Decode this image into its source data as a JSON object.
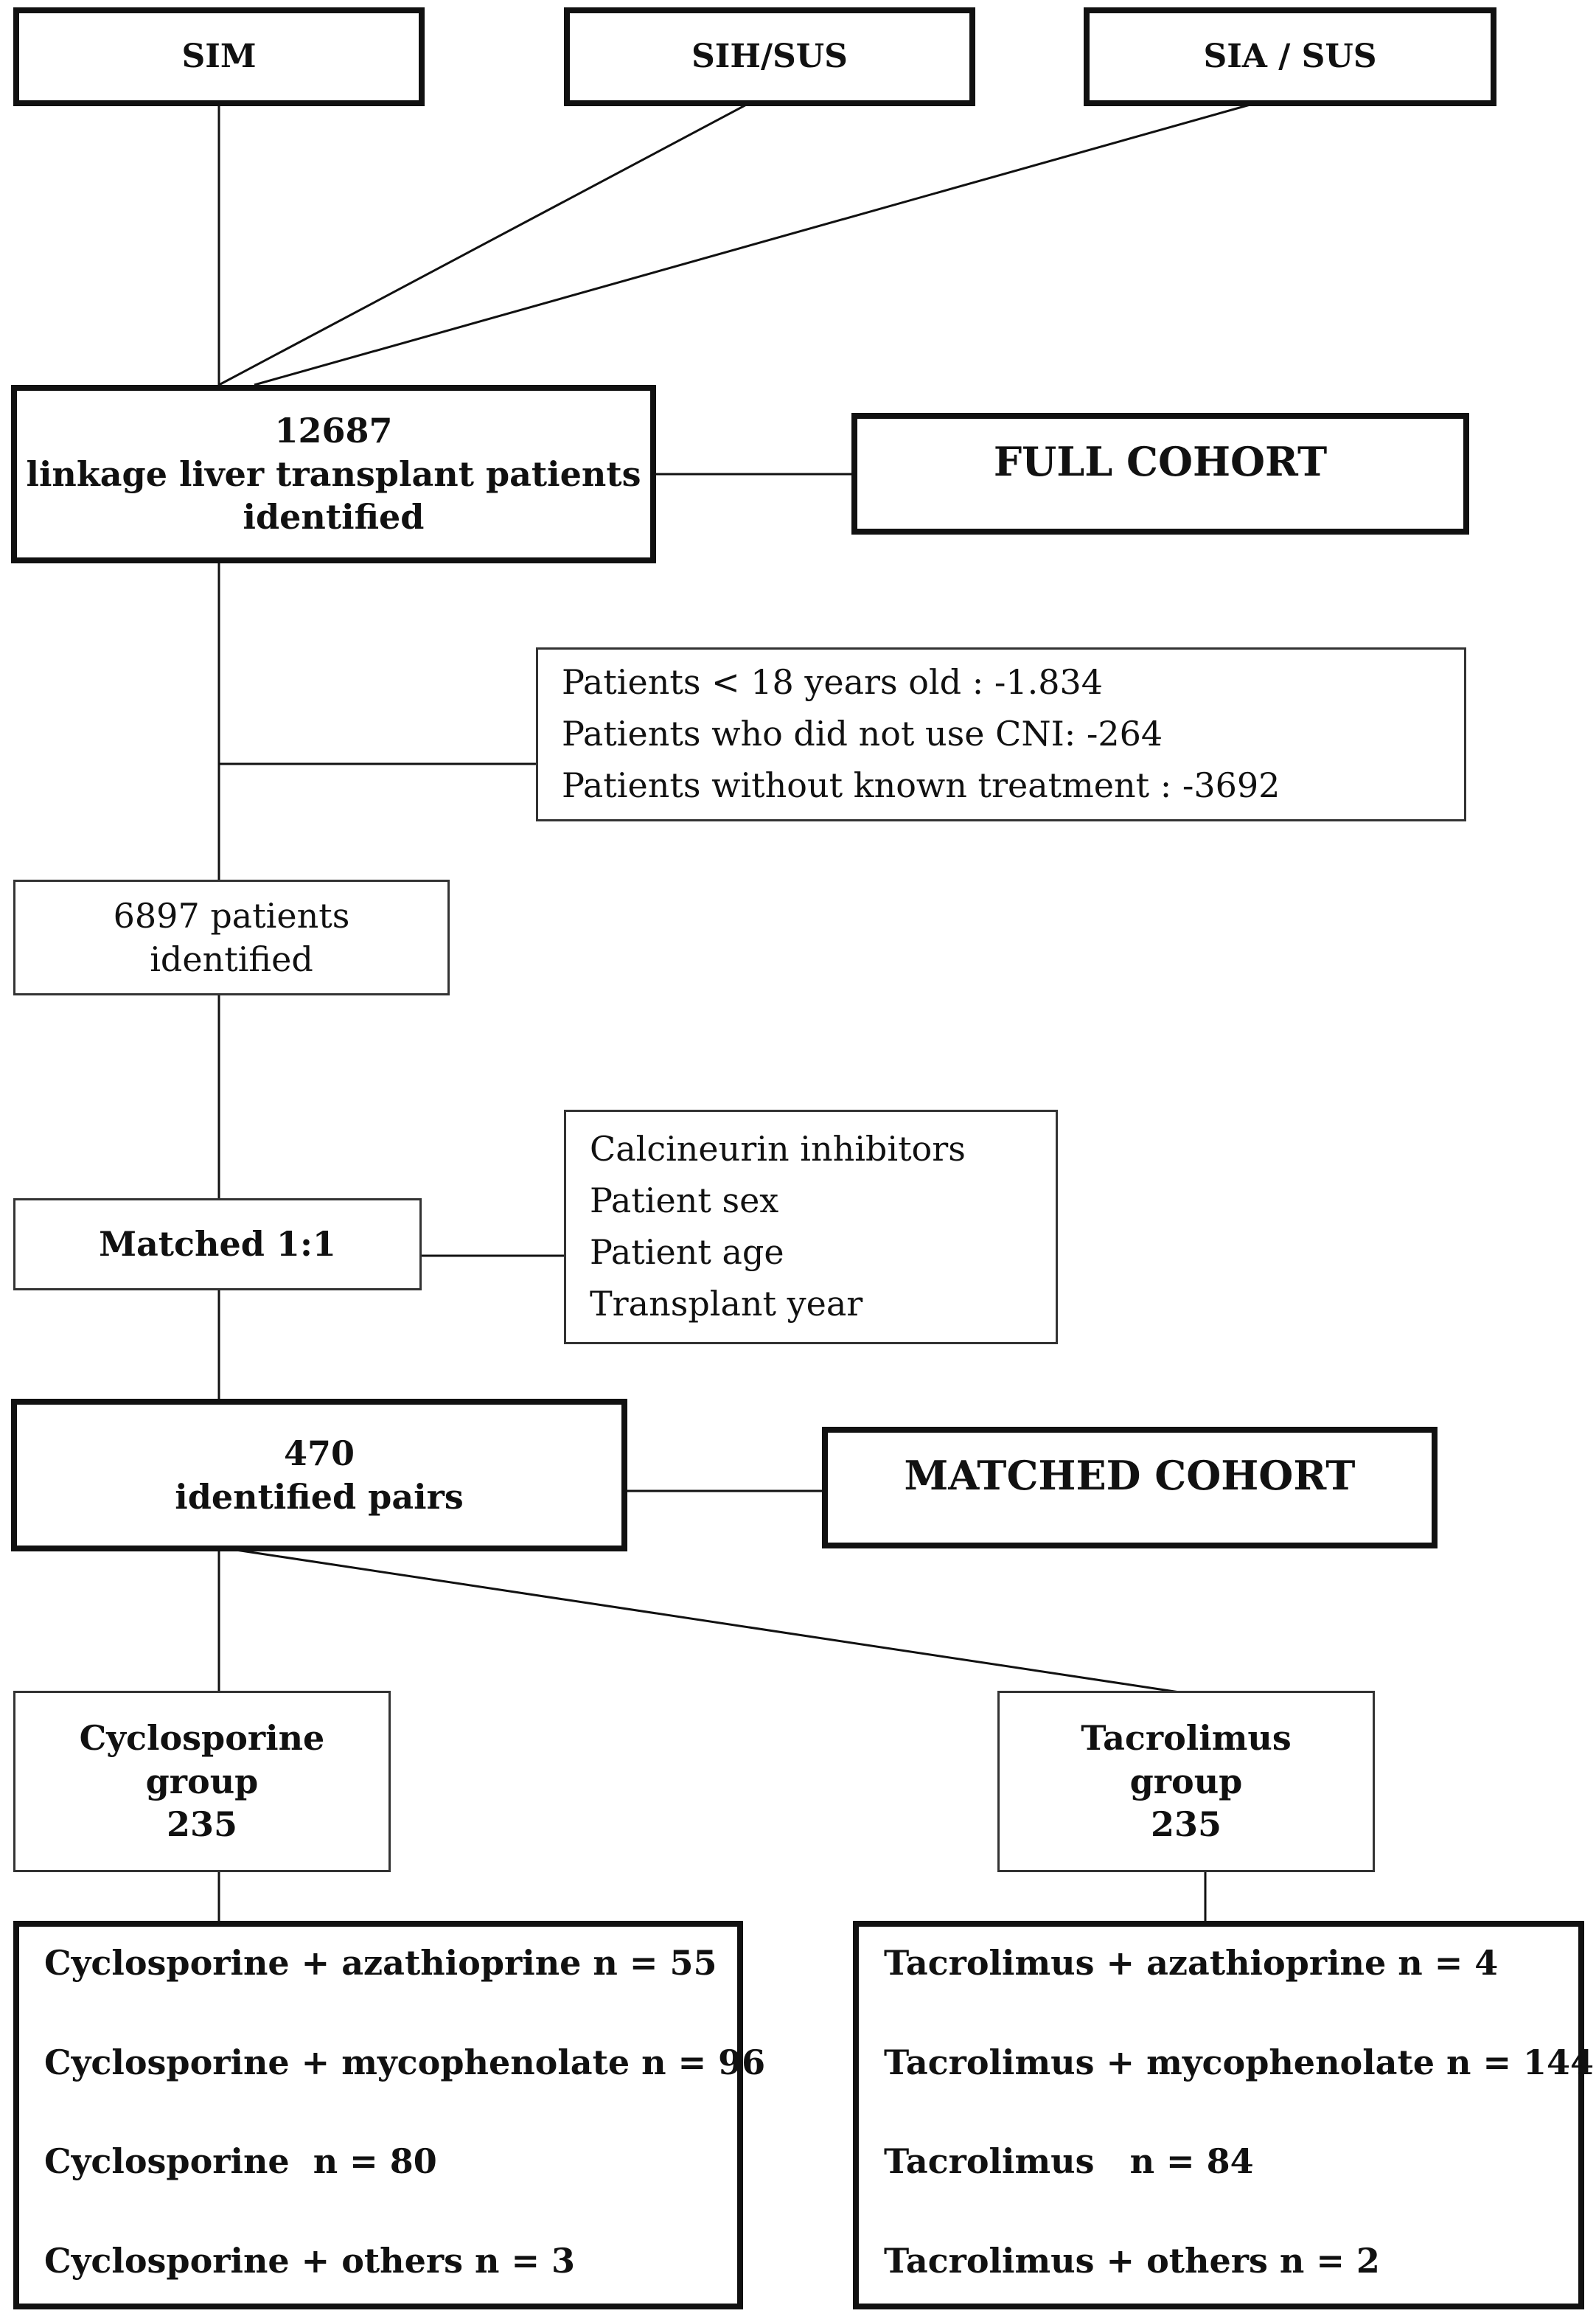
{
  "sources": [
    {
      "id": "sim",
      "label": "SIM"
    },
    {
      "id": "sih",
      "label": "SIH/SUS"
    },
    {
      "id": "sia",
      "label": "SIA / SUS"
    }
  ],
  "full": {
    "count": "12687",
    "line1": "linkage liver transplant patients",
    "line2": "identified",
    "cohort_label": "FULL COHORT"
  },
  "exclusions": [
    "Patients < 18 years old : -1.834",
    "Patients who did not use CNI: -264",
    "Patients without known treatment : -3692"
  ],
  "identified": {
    "line1": "6897 patients",
    "line2": "identified"
  },
  "matched": {
    "label": "Matched 1:1",
    "criteria": [
      "Calcineurin inhibitors",
      "Patient sex",
      "Patient age",
      "Transplant year"
    ]
  },
  "pairs": {
    "count": "470",
    "label": "identified pairs",
    "cohort_label": "MATCHED COHORT"
  },
  "groups": [
    {
      "id": "cyclosporine",
      "line1": "Cyclosporine",
      "line2": "group",
      "n": "235",
      "treatments": [
        "Cyclosporine + azathioprine n = 55",
        "Cyclosporine + mycophenolate n = 96",
        "Cyclosporine  n = 80",
        "Cyclosporine + others n = 3"
      ]
    },
    {
      "id": "tacrolimus",
      "line1": "Tacrolimus",
      "line2": "group",
      "n": "235",
      "treatments": [
        "Tacrolimus + azathioprine n = 4",
        "Tacrolimus + mycophenolate n = 144",
        "Tacrolimus   n = 84",
        "Tacrolimus + others n = 2"
      ]
    }
  ]
}
